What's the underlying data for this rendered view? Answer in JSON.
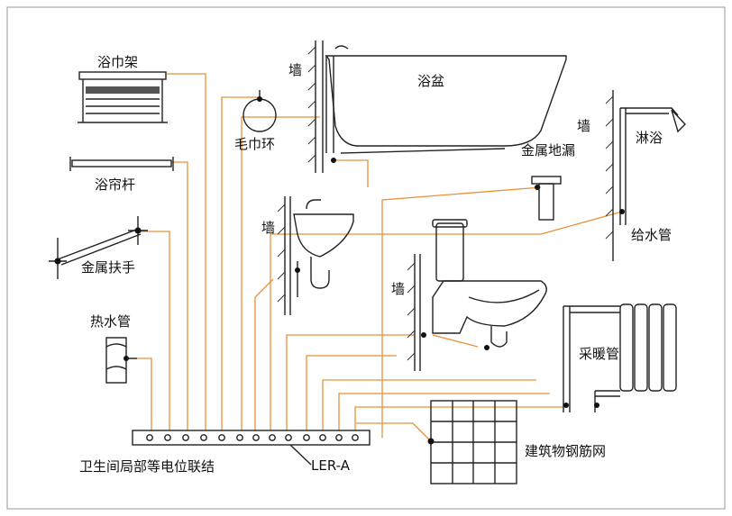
{
  "labels": {
    "towel_rack": "浴巾架",
    "towel_ring": "毛巾环",
    "curtain_rod": "浴帘杆",
    "grab_bar": "金属扶手",
    "hot_water_pipe": "热水管",
    "bathtub": "浴盆",
    "wall": "墙",
    "floor_drain": "金属地漏",
    "shower": "淋浴",
    "water_supply_pipe": "给水管",
    "radiator_pipe": "采暖管",
    "rebar_mesh": "建筑物钢筋网",
    "bonding_title": "卫生间局部等电位联结",
    "terminal_box": "LER-A"
  },
  "colors": {
    "wire": "#e8913a",
    "outline": "#222222"
  }
}
